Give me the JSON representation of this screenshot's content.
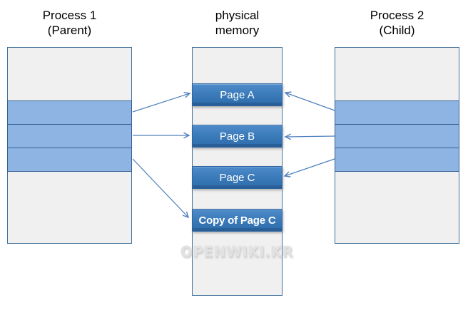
{
  "columns": [
    {
      "id": "parent",
      "title": [
        "Process 1",
        "(Parent)"
      ]
    },
    {
      "id": "memory",
      "title": [
        "physical",
        "memory"
      ]
    },
    {
      "id": "child",
      "title": [
        "Process 2",
        "(Child)"
      ]
    }
  ],
  "pages": [
    {
      "label": "Page A"
    },
    {
      "label": "Page B"
    },
    {
      "label": "Page C"
    },
    {
      "label": "Copy of Page C"
    }
  ],
  "links": [
    {
      "from": "parent-frame-1",
      "to": "Page A"
    },
    {
      "from": "parent-frame-2",
      "to": "Page B"
    },
    {
      "from": "parent-frame-3",
      "to": "Copy of Page C"
    },
    {
      "from": "child-frame-1",
      "to": "Page A"
    },
    {
      "from": "child-frame-2",
      "to": "Page B"
    },
    {
      "from": "child-frame-3",
      "to": "Page C"
    }
  ],
  "watermark": {
    "text": "OPENWIKI.KR"
  },
  "colors": {
    "frame_fill": "#f0f0f0",
    "frame_border": "#41719c",
    "band_fill": "#8db4e2",
    "band_border": "#365f91",
    "page_gradient_top": "#4e8bca",
    "page_gradient_bottom": "#2e6dab",
    "page_text": "#ffffff",
    "arrow": "#4f81bd",
    "title_text": "#000000",
    "watermark_text": "#e2e2e2"
  }
}
